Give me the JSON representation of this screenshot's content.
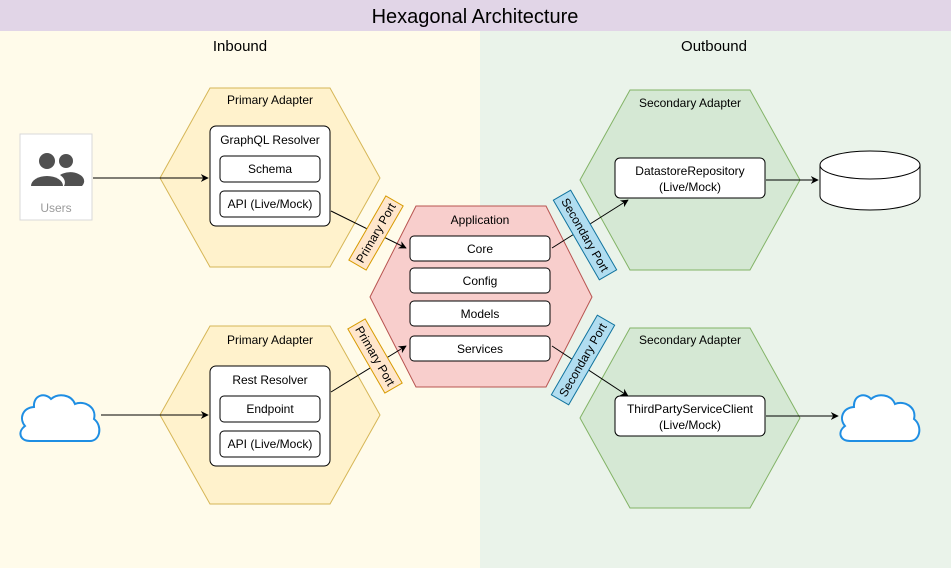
{
  "title": "Hexagonal Architecture",
  "inbound": {
    "label": "Inbound"
  },
  "outbound": {
    "label": "Outbound"
  },
  "users": {
    "label": "Users"
  },
  "primary_adapter_top": {
    "title": "Primary Adapter",
    "box_title": "GraphQL Resolver",
    "items": [
      "Schema",
      "API (Live/Mock)"
    ]
  },
  "primary_adapter_bottom": {
    "title": "Primary Adapter",
    "box_title": "Rest Resolver",
    "items": [
      "Endpoint",
      "API (Live/Mock)"
    ]
  },
  "application": {
    "title": "Application",
    "items": [
      "Core",
      "Config",
      "Models",
      "Services"
    ]
  },
  "primary_port_top": {
    "label": "Primary Port"
  },
  "primary_port_bottom": {
    "label": "Primary Port"
  },
  "secondary_port_top": {
    "label": "Secondary Port"
  },
  "secondary_port_bottom": {
    "label": "Secondary Port"
  },
  "secondary_adapter_top": {
    "title": "Secondary Adapter",
    "box_line1": "DatastoreRepository",
    "box_line2": "(Live/Mock)"
  },
  "secondary_adapter_bottom": {
    "title": "Secondary Adapter",
    "box_line1": "ThirdPartyServiceClient",
    "box_line2": "(Live/Mock)"
  },
  "colors": {
    "title_bar": "#e1d5e7",
    "inbound_bg": "#fffbea",
    "outbound_bg": "#eaf3ea",
    "primary_hex": "#fff2cc",
    "primary_hex_stroke": "#d6b656",
    "secondary_hex": "#d5e8d4",
    "secondary_hex_stroke": "#82b366",
    "app_hex": "#f8cecc",
    "app_hex_stroke": "#b85450",
    "primary_port": "#ffe6cc",
    "primary_port_stroke": "#d79b00",
    "secondary_port": "#b1ddf0",
    "secondary_port_stroke": "#10739e",
    "cloud_stroke": "#1f8ee3",
    "users_icon": "#505050"
  }
}
